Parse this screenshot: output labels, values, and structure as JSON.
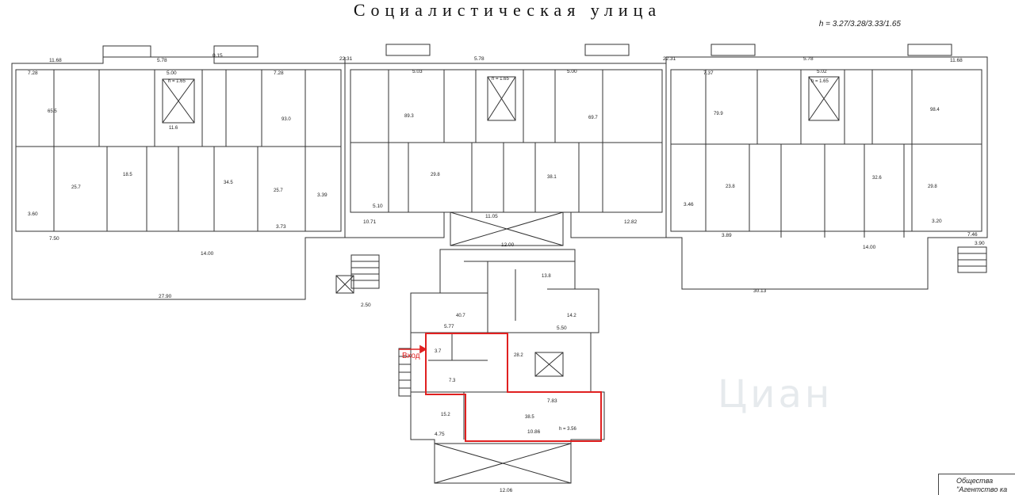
{
  "street_title": "Социалистическая улица",
  "height_note": "h = 3.27/3.28/3.33/1.65",
  "entrance_label": "Вход",
  "agency_text_line1": "Общества",
  "agency_text_line2": "\"Агентство ка",
  "watermark_text": "Циан",
  "wing_heights": [
    "h = 1.65",
    "h = 1.65",
    "h = 1.65"
  ],
  "lower_height": "h = 3.56",
  "dimensions": {
    "d1": "11.68",
    "d2": "5.78",
    "d3": "0.15",
    "d4": "22.31",
    "d5": "5.78",
    "d6": "22.31",
    "d7": "5.78",
    "d8": "11.68",
    "d9": "7.28",
    "d10": "5.00",
    "d11": "7.28",
    "d12": "5.03",
    "d13": "5.00",
    "d14": "7.37",
    "d15": "5.02",
    "d16": "27.90",
    "d17": "2.50",
    "d18": "30.13",
    "d19": "12.00",
    "d20": "10.86",
    "d21": "7.83",
    "d22": "4.75",
    "d23": "5.77",
    "d24": "5.50",
    "d25": "12.06",
    "d26": "14.00",
    "d27": "14.00",
    "d28": "3.90",
    "d29": "3.39",
    "d30": "3.60",
    "d31": "10.71",
    "d32": "12.82",
    "d33": "3.46",
    "d34": "3.89",
    "d35": "7.46",
    "d36": "5.10",
    "d37": "11.05",
    "d38": "3.73",
    "d39": "7.50",
    "d40": "3.20"
  },
  "rooms": {
    "r1": "65.5",
    "r2": "25.7",
    "r3": "11.6",
    "r4": "18.5",
    "r5": "34.5",
    "r6": "25.7",
    "r7": "93.0",
    "r8": "89.3",
    "r9": "29.8",
    "r10": "38.1",
    "r11": "69.7",
    "r12": "79.9",
    "r13": "23.8",
    "r14": "32.6",
    "r15": "98.4",
    "r16": "29.8",
    "r17": "40.7",
    "r18": "28.2",
    "r19": "38.5",
    "r20": "15.2",
    "r21": "14.2",
    "r22": "13.8",
    "r23": "7.3",
    "r24": "3.7"
  }
}
